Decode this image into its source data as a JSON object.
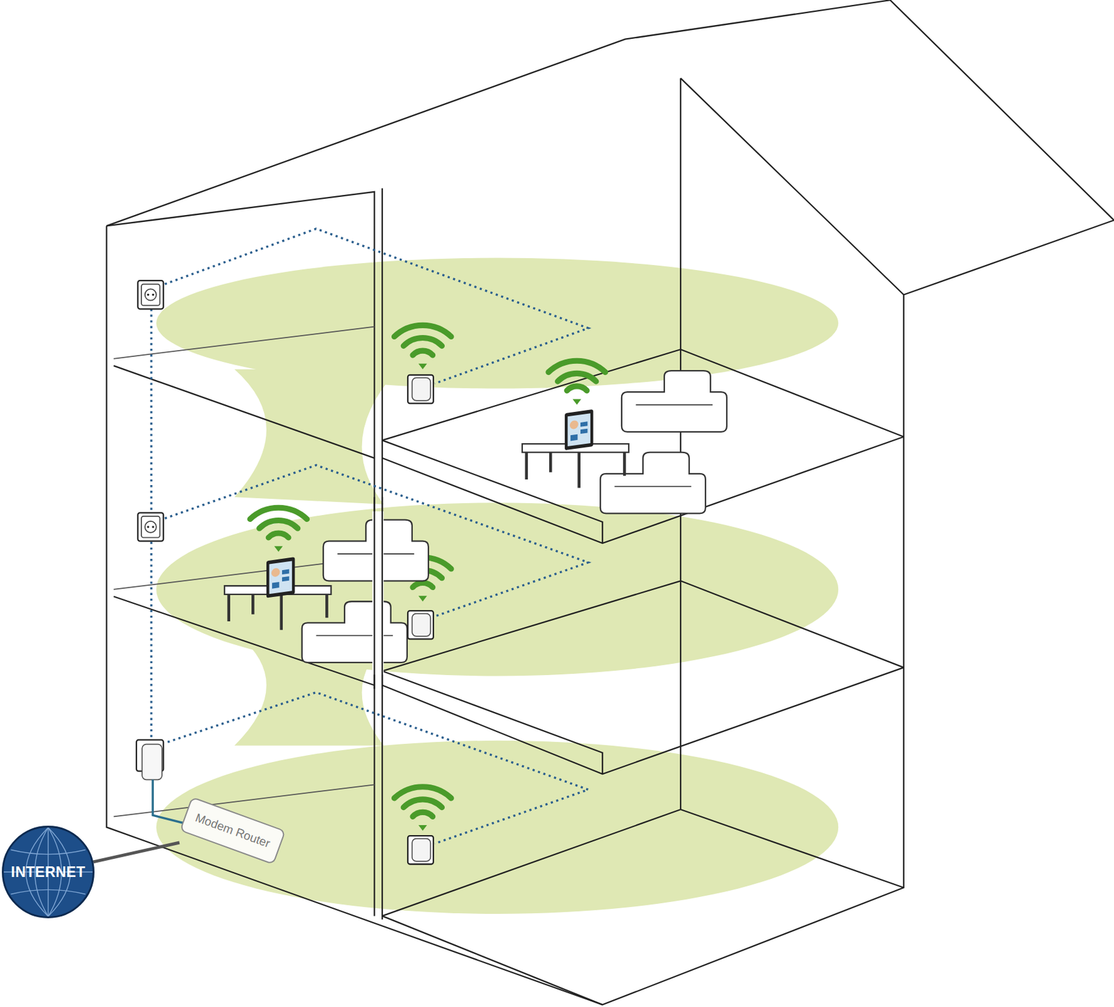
{
  "diagram": {
    "nodes": [
      {
        "text": [
          "INTERNET"
        ]
      },
      {
        "text": [
          "Modem Router"
        ]
      }
    ],
    "edges": [
      {
        "from": 0,
        "to": 1,
        "arrow": "none"
      }
    ]
  }
}
